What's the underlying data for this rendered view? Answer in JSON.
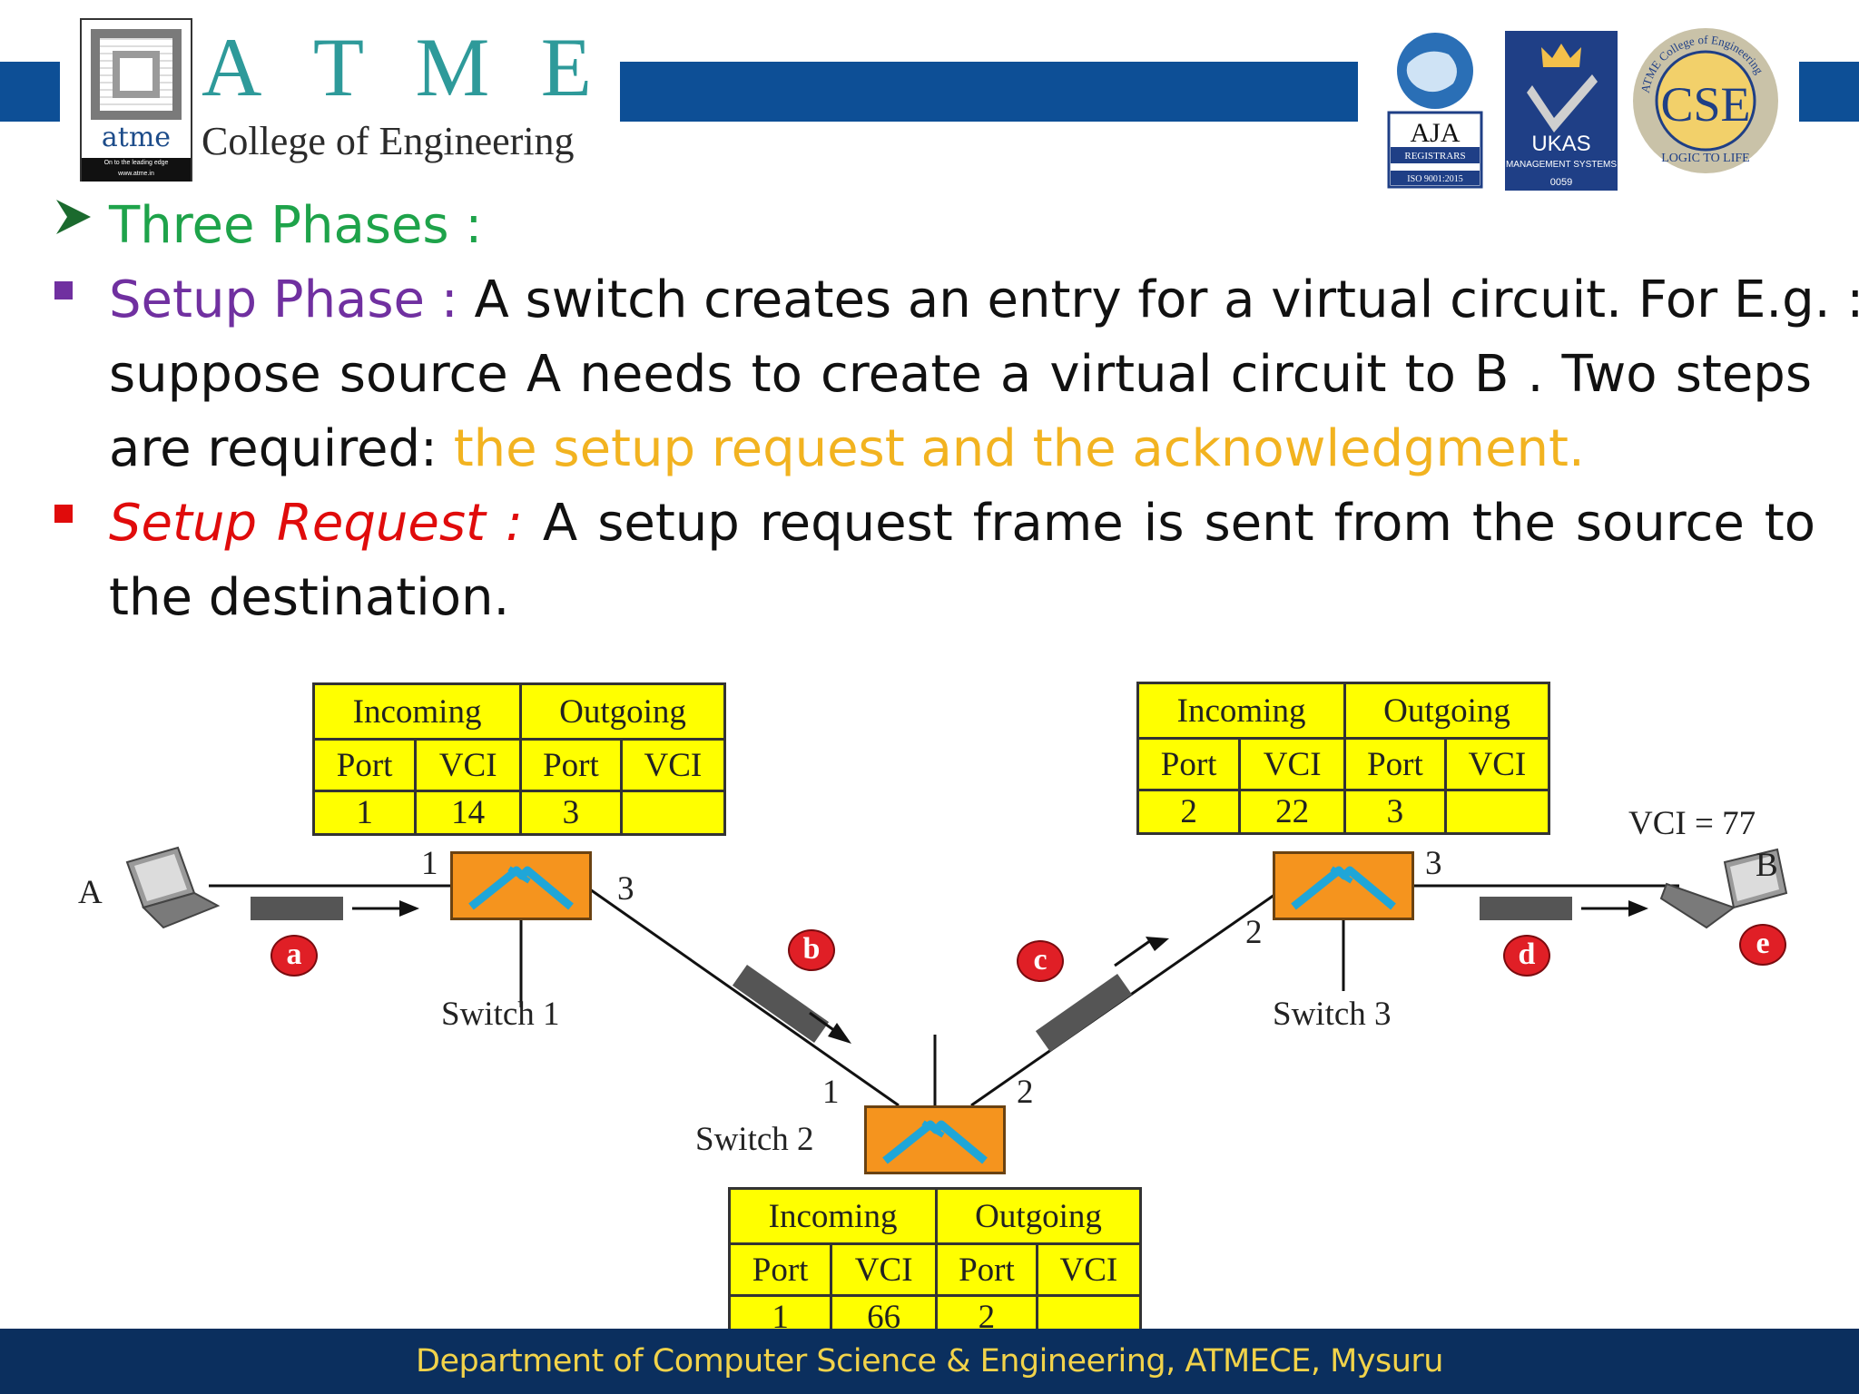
{
  "header": {
    "brand_letters": [
      "A",
      "T",
      "M",
      "E"
    ],
    "brand_sub": "College of Engineering",
    "logo_text": "atme",
    "logo_tagline": "On to the leading edge",
    "logo_url": "www.atme.in",
    "cert_aja": "AJA",
    "cert_aja_sub": "REGISTRARS",
    "cert_aja_iso": "ISO 9001:2015",
    "cert_ukas": "UKAS",
    "cert_ukas_sub": "MANAGEMENT SYSTEMS",
    "cert_ukas_num": "0059",
    "cert_cse": "CSE",
    "cert_cse_ring": "ATME College of Engineering",
    "cert_cse_motto": "LOGIC TO LIFE",
    "bar_color": "#0d4f96"
  },
  "content": {
    "heading": "Three Phases :",
    "setup_phase_label": "Setup Phase :",
    "setup_phase_l1": "A switch creates an entry for a virtual circuit. For E.g. :",
    "setup_phase_l2": "suppose source A needs to create a virtual circuit to B . Two  steps",
    "setup_phase_l3a": "are required:",
    "setup_phase_l3b": "the setup request and the acknowledgment.",
    "setup_request_label": "Setup  Request :",
    "setup_request_l1": "A  setup  request  frame  is  sent  from  the  source  to",
    "setup_request_l2": "the destination."
  },
  "diagram": {
    "headers": {
      "incoming": "Incoming",
      "outgoing": "Outgoing",
      "port": "Port",
      "vci": "VCI"
    },
    "tables": [
      {
        "in_port": "1",
        "in_vci": "14",
        "out_port": "3",
        "out_vci": ""
      },
      {
        "in_port": "2",
        "in_vci": "22",
        "out_port": "3",
        "out_vci": ""
      },
      {
        "in_port": "1",
        "in_vci": "66",
        "out_port": "2",
        "out_vci": ""
      }
    ],
    "switch_labels": [
      "Switch 1",
      "Switch 2",
      "Switch 3"
    ],
    "node_a": "A",
    "node_b": "B",
    "vci_b": "VCI = 77",
    "port_labels": {
      "s1_in": "1",
      "s1_out": "3",
      "s2_in": "1",
      "s2_out": "2",
      "s3_in": "2",
      "s3_out": "3"
    },
    "badges": [
      "a",
      "b",
      "c",
      "d",
      "e"
    ],
    "colors": {
      "table": "#ffff00",
      "switch": "#f5941e",
      "badge": "#e01f26",
      "frame": "#555555"
    }
  },
  "footer": {
    "text": "Department of Computer Science & Engineering, ATMECE, Mysuru"
  }
}
